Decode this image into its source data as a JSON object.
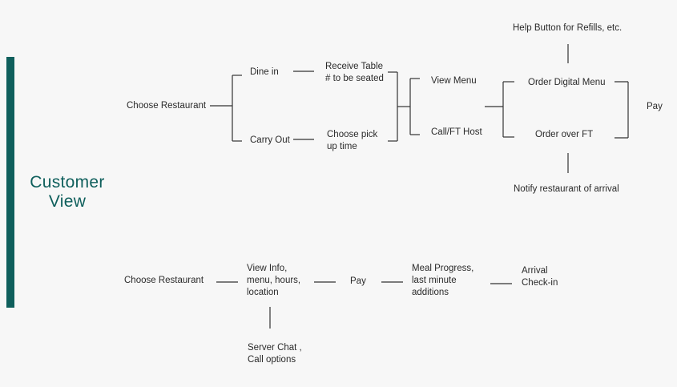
{
  "brand": {
    "accent": "#0f5f5c"
  },
  "sidebar": {
    "title_line1": "Customer",
    "title_line2": "View"
  },
  "flow_top": {
    "choose_restaurant": "Choose Restaurant",
    "dine_in": "Dine in",
    "carry_out": "Carry Out",
    "receive_table": "Receive Table\n# to be seated",
    "choose_pickup": "Choose pick\nup time",
    "view_menu": "View Menu",
    "call_host": "Call/FT Host",
    "order_digital": "Order Digital Menu",
    "order_ft": "Order over FT",
    "help_button": "Help Button for Refills, etc.",
    "notify_arrival": "Notify restaurant of arrival",
    "pay": "Pay"
  },
  "flow_bottom": {
    "choose_restaurant": "Choose Restaurant",
    "view_info": "View Info,\nmenu, hours,\nlocation",
    "pay": "Pay",
    "meal_progress": "Meal Progress,\nlast minute\nadditions",
    "arrival": "Arrival\nCheck-in",
    "server_chat": "Server Chat ,\nCall options"
  }
}
